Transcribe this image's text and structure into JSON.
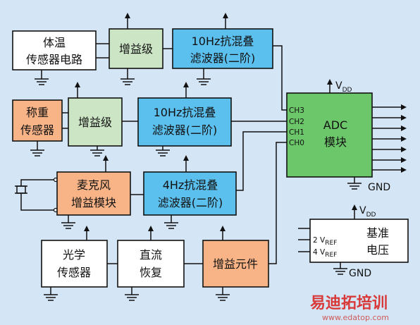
{
  "colors": {
    "background": "#d4e6f6",
    "white_block": "#ffffff",
    "green_block": "#cce5c5",
    "blue_block": "#5cc0ef",
    "orange_block": "#f8b487",
    "adc_block": "#6cc76a",
    "watermark_red": "#d83a3a"
  },
  "blocks": {
    "body_temp_circuit": [
      "体温",
      "传感器电路"
    ],
    "gain_stage_1": "增益级",
    "filter_10hz_1": [
      "10Hz抗混叠",
      "滤波器(二阶)"
    ],
    "load_sensor": [
      "称重",
      "传感器"
    ],
    "gain_stage_2": "增益级",
    "filter_10hz_2": [
      "10Hz抗混叠",
      "滤波器(二阶)"
    ],
    "mic_gain_module": [
      "麦克风",
      "增益模块"
    ],
    "filter_4hz": [
      "4Hz抗混叠",
      "滤波器(二阶)"
    ],
    "optical_sensor": [
      "光学",
      "传感器"
    ],
    "dc_restore": [
      "直流",
      "恢复"
    ],
    "gain_element": "增益元件",
    "adc": [
      "ADC",
      "模块"
    ],
    "reference": [
      "基准",
      "电压"
    ]
  },
  "adc_pins": [
    "CH3",
    "CH2",
    "CH1",
    "CH0"
  ],
  "vdd_label": "V",
  "vdd_sub": "DD",
  "gnd_label": "GND",
  "ref_pins": [
    {
      "prefix": "2 V",
      "sub": "REF"
    },
    {
      "prefix": "4 V",
      "sub": "REF"
    }
  ],
  "watermark": {
    "chars": "易迪拓培训",
    "url": "www.edatop.com"
  }
}
